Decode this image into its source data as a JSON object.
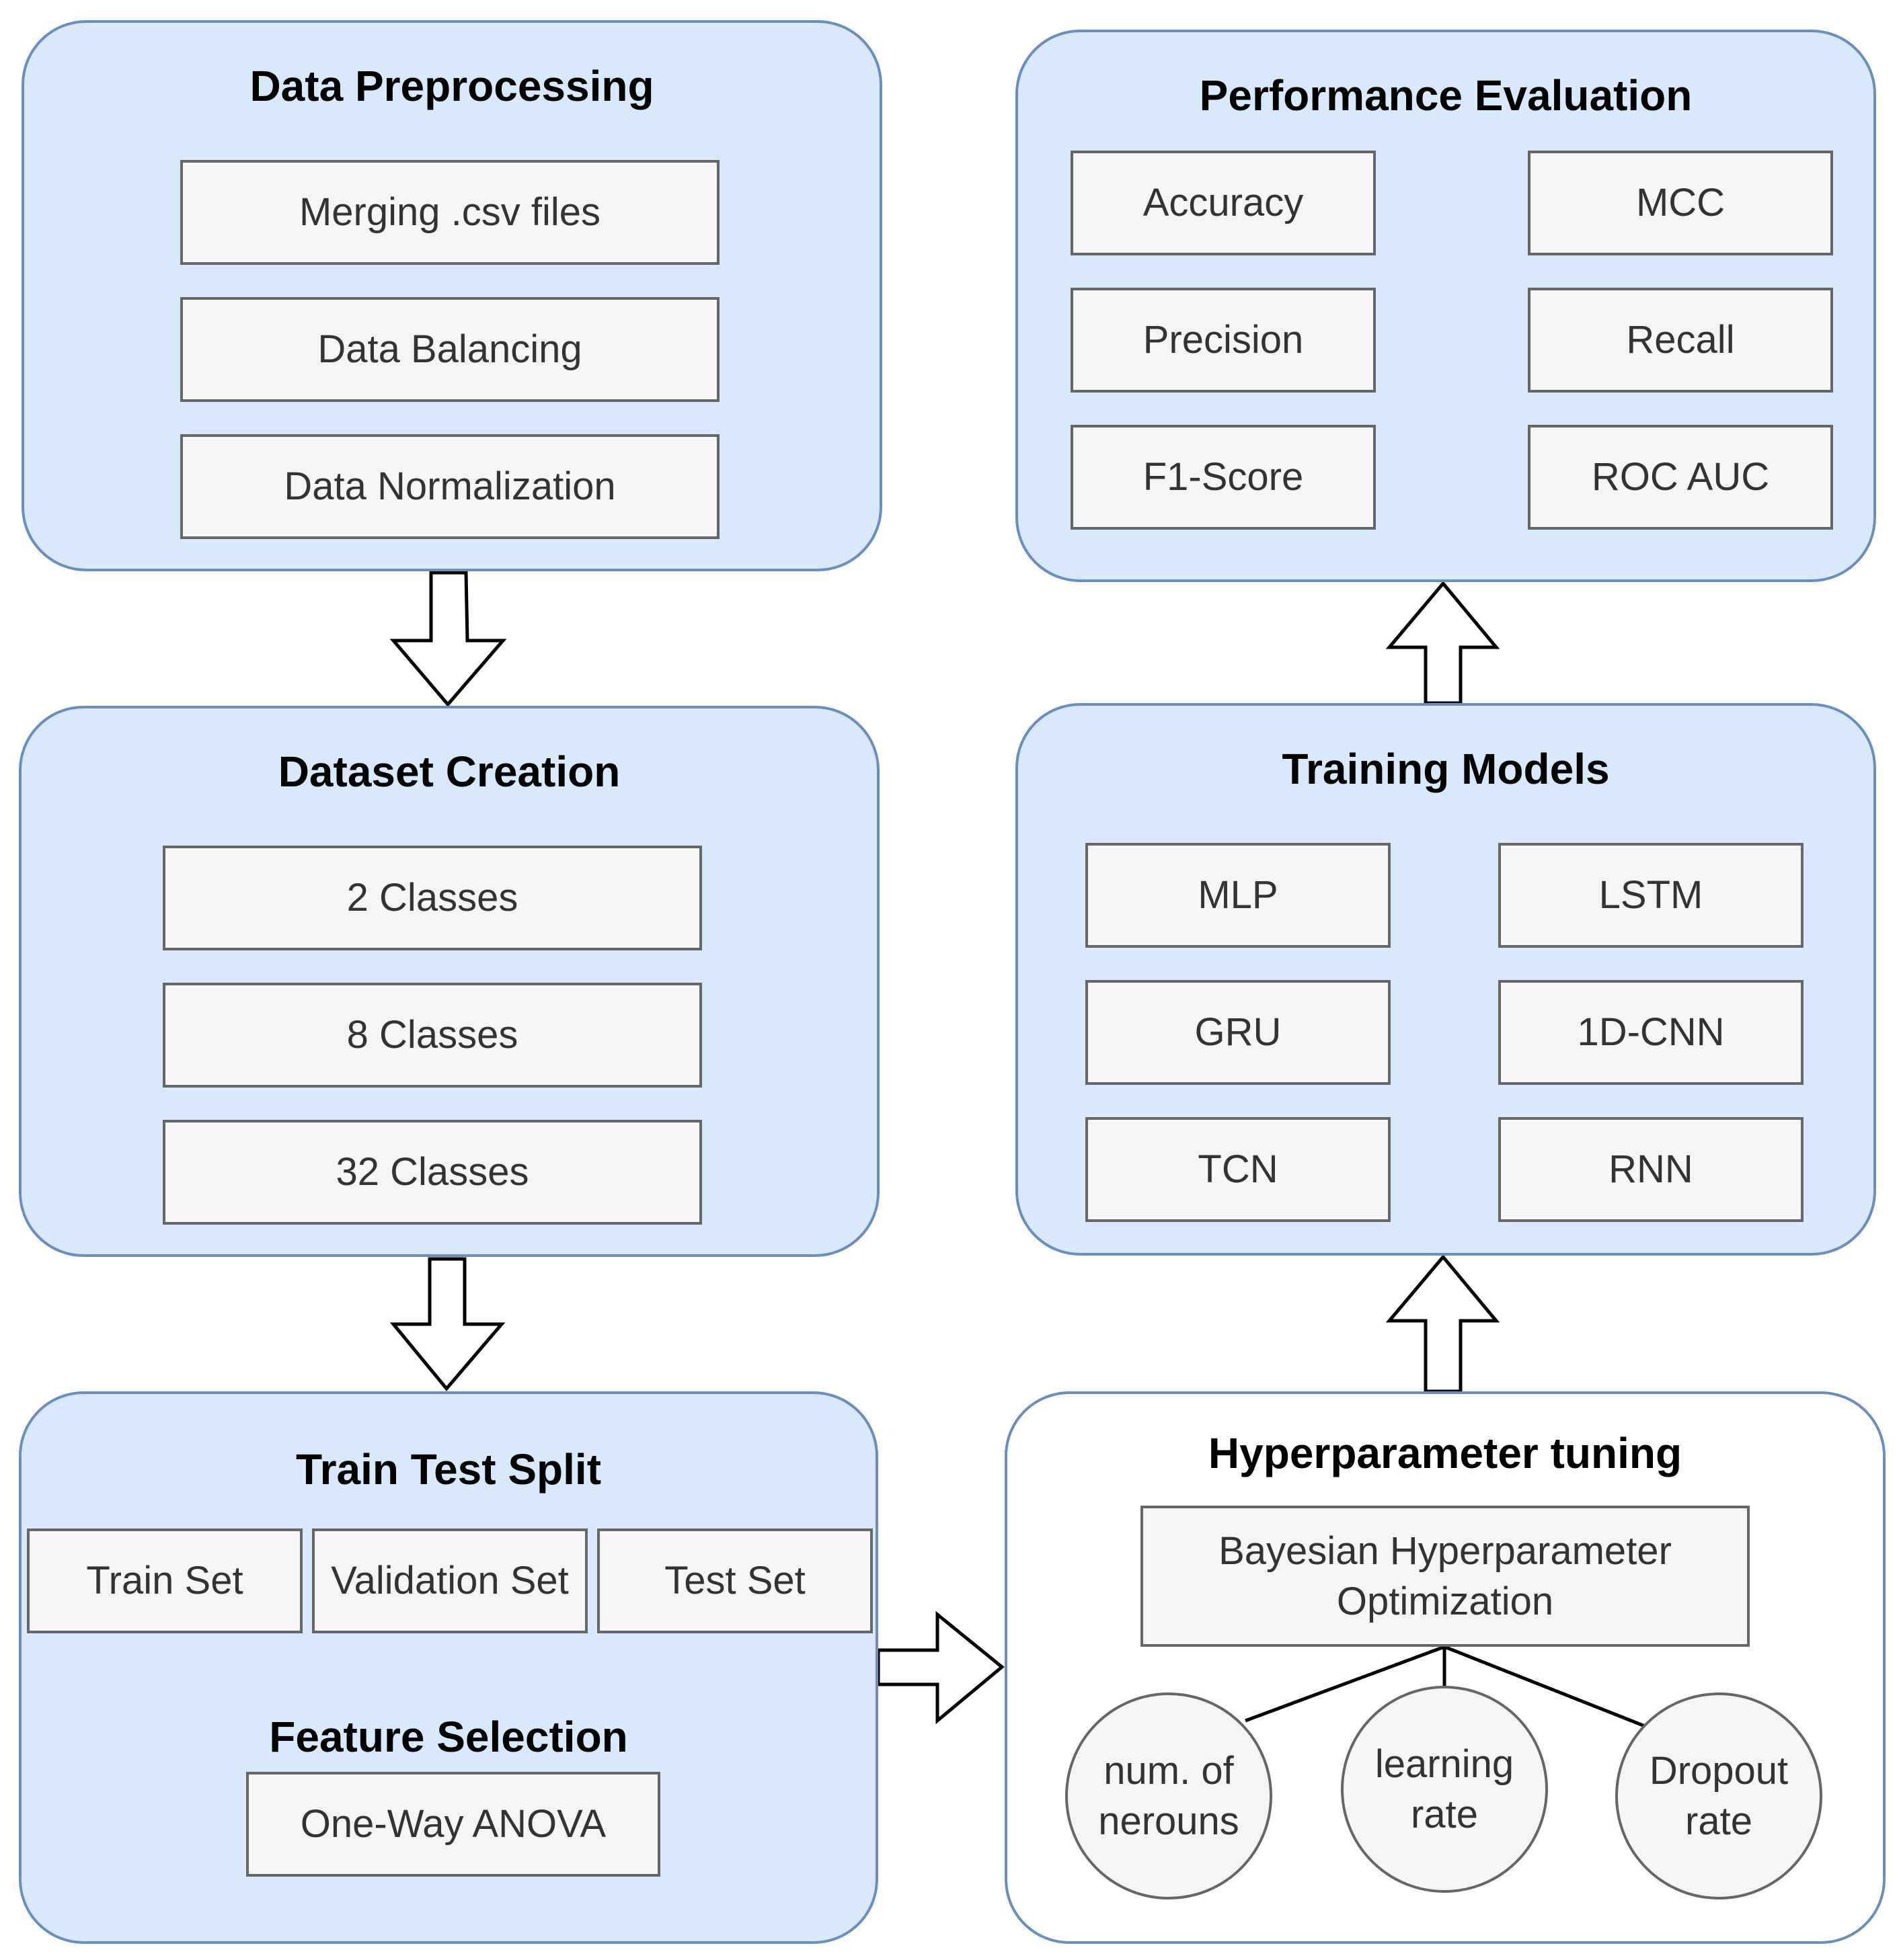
{
  "data_preprocessing": {
    "title": "Data Preprocessing",
    "items": [
      "Merging .csv files",
      "Data Balancing",
      "Data Normalization"
    ]
  },
  "dataset_creation": {
    "title": "Dataset Creation",
    "items": [
      "2 Classes",
      "8 Classes",
      "32 Classes"
    ]
  },
  "train_test_split": {
    "title": "Train Test Split",
    "items": [
      "Train Set",
      "Validation Set",
      "Test Set"
    ],
    "feature_selection_title": "Feature Selection",
    "feature_selection_item": "One-Way ANOVA"
  },
  "hyperparameter_tuning": {
    "title": "Hyperparameter tuning",
    "method": "Bayesian Hyperparameter Optimization",
    "params": [
      "num. of nerouns",
      "learning rate",
      "Dropout rate"
    ]
  },
  "training_models": {
    "title": "Training Models",
    "models": [
      "MLP",
      "LSTM",
      "GRU",
      "1D-CNN",
      "TCN",
      "RNN"
    ]
  },
  "performance_evaluation": {
    "title": "Performance Evaluation",
    "metrics": [
      "Accuracy",
      "MCC",
      "Precision",
      "Recall",
      "F1-Score",
      "ROC AUC"
    ]
  },
  "colors": {
    "panel_fill": "#dae8fc",
    "panel_stroke": "#6c8ebf",
    "box_fill": "#f5f5f5",
    "box_stroke": "#666666"
  }
}
